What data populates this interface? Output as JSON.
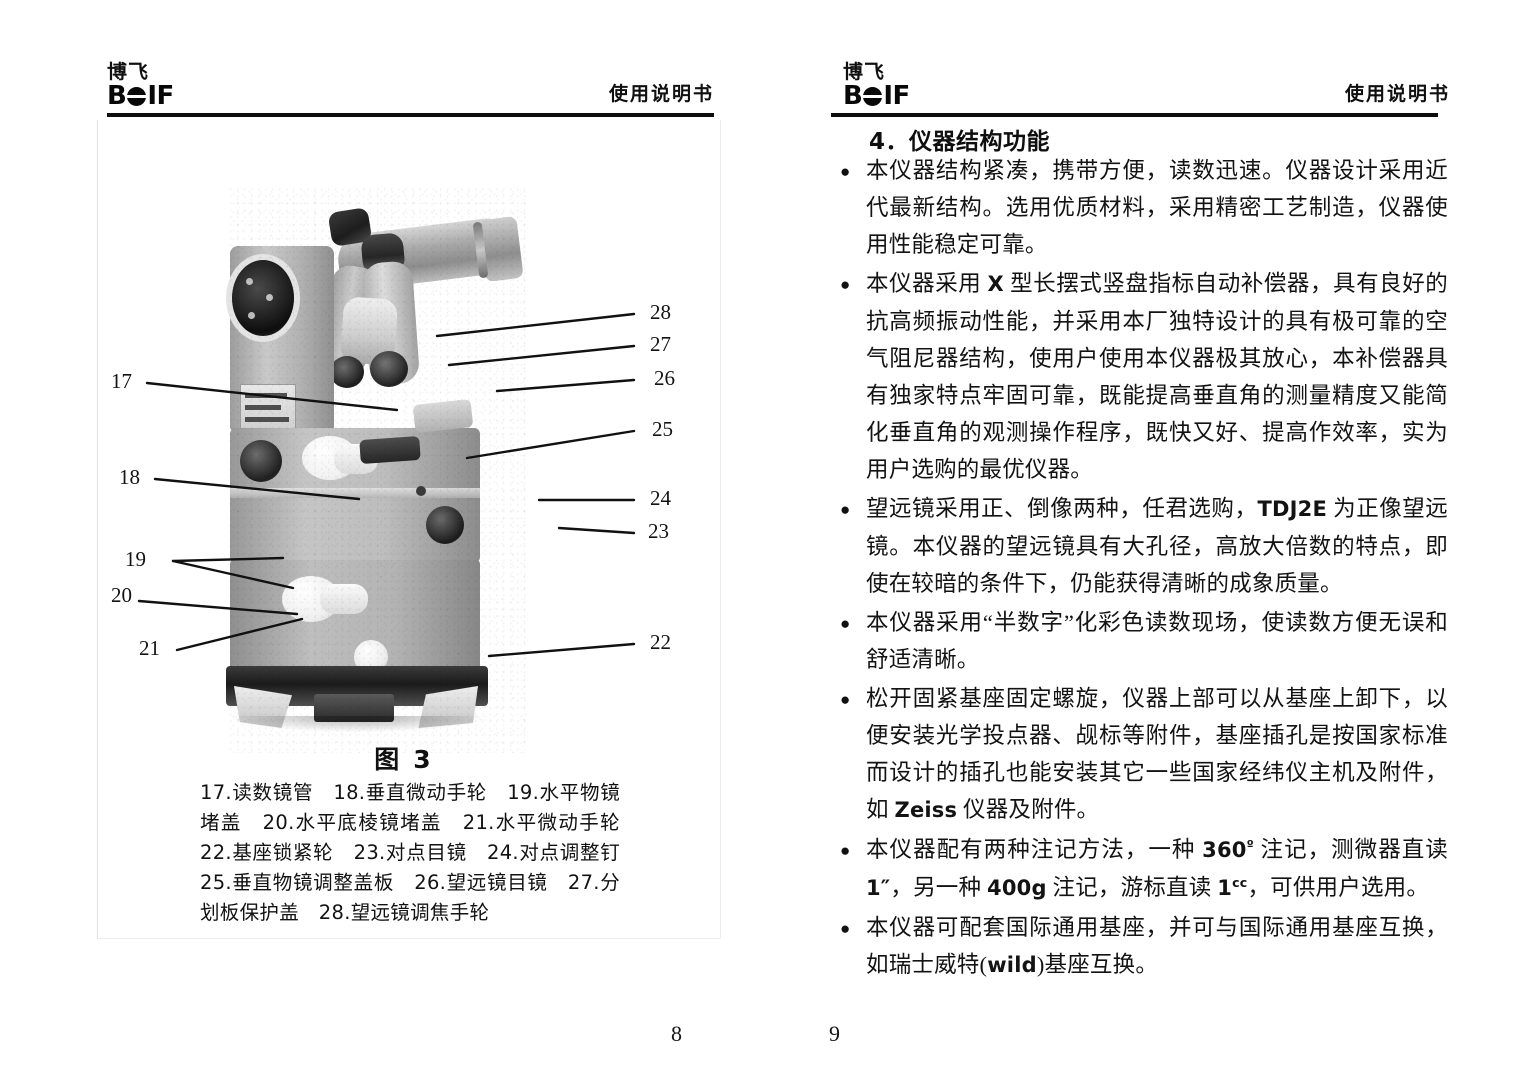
{
  "header": {
    "logo_cn": "博飞",
    "logo_en_before": "B",
    "logo_en_after": "IF",
    "logo_o_icon": "filled-circle-o-mark",
    "title": "使用说明书"
  },
  "left_page": {
    "figure": {
      "figure_label": "图",
      "figure_number": "3",
      "photo_alt": "theodolite-photograph",
      "callout_numbers_left": [
        "17",
        "18",
        "19",
        "20",
        "21"
      ],
      "callout_numbers_right": [
        "28",
        "27",
        "26",
        "25",
        "24",
        "23",
        "22"
      ],
      "caption": "17.读数镜管　18.垂直微动手轮　19.水平物镜堵盖　20.水平底棱镜堵盖　21.水平微动手轮　22.基座锁紧轮　23.对点目镜　24.对点调整钉　25.垂直物镜调整盖板　26.望远镜目镜　27.分划板保护盖　28.望远镜调焦手轮",
      "caption_items": [
        {
          "num": "17",
          "text": "读数镜管"
        },
        {
          "num": "18",
          "text": "垂直微动手轮"
        },
        {
          "num": "19",
          "text": "水平物镜堵盖"
        },
        {
          "num": "20",
          "text": "水平底棱镜堵盖"
        },
        {
          "num": "21",
          "text": "水平微动手轮"
        },
        {
          "num": "22",
          "text": "基座锁紧轮"
        },
        {
          "num": "23",
          "text": "对点目镜"
        },
        {
          "num": "24",
          "text": "对点调整钉"
        },
        {
          "num": "25",
          "text": "垂直物镜调整盖板"
        },
        {
          "num": "26",
          "text": "望远镜目镜"
        },
        {
          "num": "27",
          "text": "分划板保护盖"
        },
        {
          "num": "28",
          "text": "望远镜调焦手轮"
        }
      ]
    },
    "folio": "8"
  },
  "right_page": {
    "section_number": "4．",
    "section_title": "仪器结构功能",
    "bullet_marker": "●",
    "bullets": [
      "本仪器结构紧凑，携带方便，读数迅速。仪器设计采用近代最新结构。选用优质材料，采用精密工艺制造，仪器使用性能稳定可靠。",
      "本仪器采用 X 型长摆式竖盘指标自动补偿器，具有良好的抗高频振动性能，并采用本厂独特设计的具有极可靠的空气阻尼器结构，使用户使用本仪器极其放心，本补偿器具有独家特点牢固可靠，既能提高垂直角的测量精度又能简化垂直角的观测操作程序，既快又好、提高作效率，实为用户选购的最优仪器。",
      "望远镜采用正、倒像两种，任君选购，TDJ2E 为正像望远镜。本仪器的望远镜具有大孔径，高放大倍数的特点，即使在较暗的条件下，仍能获得清晰的成象质量。",
      "本仪器采用“半数字”化彩色读数现场，使读数方便无误和舒适清晰。",
      "松开固紧基座固定螺旋，仪器上部可以从基座上卸下，以便安装光学投点器、觇标等附件，基座插孔是按国家标准而设计的插孔也能安装其它一些国家经纬仪主机及附件，如 Zeiss 仪器及附件。",
      "本仪器配有两种注记方法，一种 360º 注记，测微器直读 1″，另一种 400g 注记，游标直读 1cc，可供用户选用。",
      "本仪器可配套国际通用基座，并可与国际通用基座互换，如瑞士威特(wild)基座互换。"
    ],
    "inline_terms": {
      "compensator_type": "X",
      "telescope_model": "TDJ2E",
      "brand_zeiss": "Zeiss",
      "brand_wild": "wild",
      "notation_degrees": "360º",
      "micrometer_reading": "1″",
      "notation_gon": "400g",
      "vernier_reading": "1cc"
    },
    "folio": "9"
  },
  "colors": {
    "ink": "#131313",
    "rule": "#0d0d0d",
    "paper": "#ffffff"
  }
}
